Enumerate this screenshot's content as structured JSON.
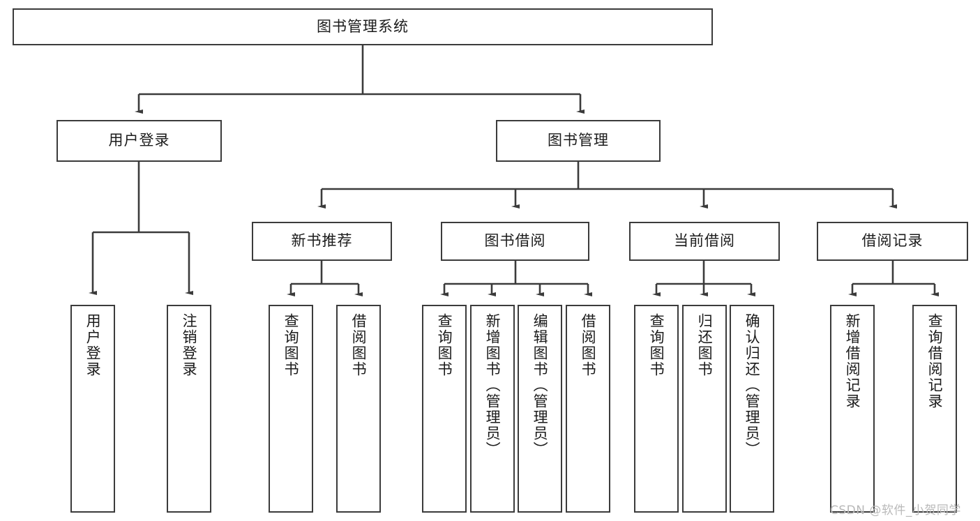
{
  "diagram": {
    "type": "hierarchy-tree",
    "title": "图书管理系统",
    "root": {
      "id": "root",
      "label": "图书管理系统"
    },
    "level1": [
      {
        "id": "user-login",
        "label": "用户登录"
      },
      {
        "id": "book-manage",
        "label": "图书管理"
      }
    ],
    "level2": [
      {
        "id": "new-book-recommend",
        "label": "新书推荐",
        "parent": "book-manage"
      },
      {
        "id": "book-borrow",
        "label": "图书借阅",
        "parent": "book-manage"
      },
      {
        "id": "current-borrow",
        "label": "当前借阅",
        "parent": "book-manage"
      },
      {
        "id": "borrow-record",
        "label": "借阅记录",
        "parent": "book-manage"
      }
    ],
    "leaves": [
      {
        "id": "leaf-user-login",
        "label": "用户登录",
        "parent": "user-login"
      },
      {
        "id": "leaf-logout-login",
        "label": "注销登录",
        "parent": "user-login"
      },
      {
        "id": "leaf-query-book-1",
        "label": "查询图书",
        "parent": "new-book-recommend"
      },
      {
        "id": "leaf-borrow-book-1",
        "label": "借阅图书",
        "parent": "new-book-recommend"
      },
      {
        "id": "leaf-query-book-2",
        "label": "查询图书",
        "parent": "book-borrow"
      },
      {
        "id": "leaf-add-book",
        "label": "新增图书（管理员）",
        "parent": "book-borrow"
      },
      {
        "id": "leaf-edit-book",
        "label": "编辑图书（管理员）",
        "parent": "book-borrow"
      },
      {
        "id": "leaf-borrow-book-2",
        "label": "借阅图书",
        "parent": "book-borrow"
      },
      {
        "id": "leaf-query-book-3",
        "label": "查询图书",
        "parent": "current-borrow"
      },
      {
        "id": "leaf-return-book",
        "label": "归还图书",
        "parent": "current-borrow"
      },
      {
        "id": "leaf-confirm-return",
        "label": "确认归还（管理员）",
        "parent": "current-borrow"
      },
      {
        "id": "leaf-add-record",
        "label": "新增借阅记录",
        "parent": "borrow-record"
      },
      {
        "id": "leaf-query-record",
        "label": "查询借阅记录",
        "parent": "borrow-record"
      }
    ],
    "colors": {
      "border": "#3b3b3b",
      "background": "#ffffff",
      "text": "#1b1b1b",
      "connector": "#3b3b3b",
      "watermark": "#b9b9b9"
    }
  },
  "watermark": {
    "text": "CSDN @软件_小贺同学"
  }
}
